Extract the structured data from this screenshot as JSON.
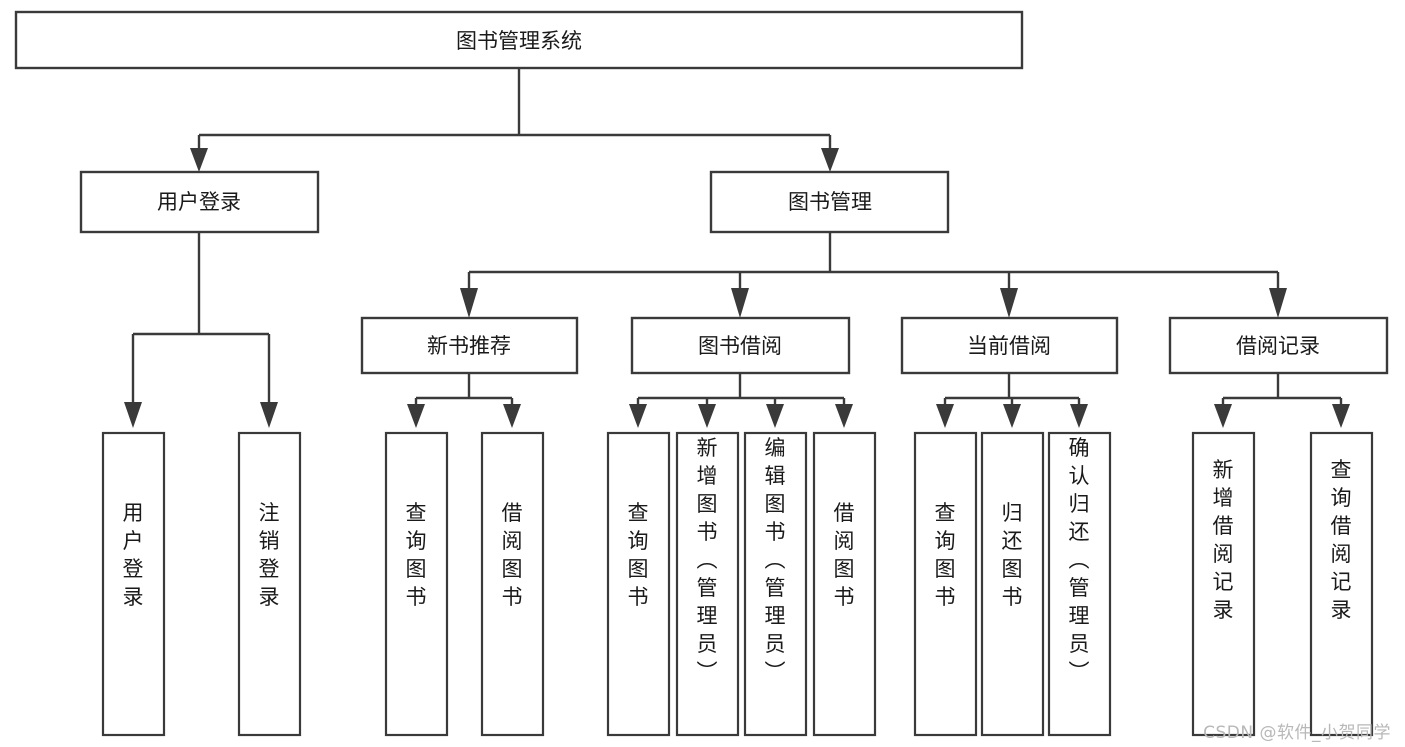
{
  "diagram": {
    "title": "图书管理系统",
    "type": "tree",
    "root": {
      "id": "root",
      "label": "图书管理系统"
    },
    "level2": [
      {
        "id": "user-login",
        "label": "用户登录"
      },
      {
        "id": "book-manage",
        "label": "图书管理"
      }
    ],
    "level3": [
      {
        "id": "new-book-recommend",
        "label": "新书推荐",
        "parent": "book-manage"
      },
      {
        "id": "book-borrow",
        "label": "图书借阅",
        "parent": "book-manage"
      },
      {
        "id": "current-borrow",
        "label": "当前借阅",
        "parent": "book-manage"
      },
      {
        "id": "borrow-record",
        "label": "借阅记录",
        "parent": "book-manage"
      }
    ],
    "leaves": [
      {
        "id": "leaf-user-login",
        "label": "用户登录",
        "parent": "user-login"
      },
      {
        "id": "leaf-user-logout",
        "label": "注销登录",
        "parent": "user-login"
      },
      {
        "id": "leaf-query-book-1",
        "label": "查询图书",
        "parent": "new-book-recommend"
      },
      {
        "id": "leaf-borrow-book-1",
        "label": "借阅图书",
        "parent": "new-book-recommend"
      },
      {
        "id": "leaf-query-book-2",
        "label": "查询图书",
        "parent": "book-borrow"
      },
      {
        "id": "leaf-add-book",
        "label": "新增图书（管理员）",
        "parent": "book-borrow"
      },
      {
        "id": "leaf-edit-book",
        "label": "编辑图书（管理员）",
        "parent": "book-borrow"
      },
      {
        "id": "leaf-borrow-book-2",
        "label": "借阅图书",
        "parent": "book-borrow"
      },
      {
        "id": "leaf-query-book-3",
        "label": "查询图书",
        "parent": "current-borrow"
      },
      {
        "id": "leaf-return-book",
        "label": "归还图书",
        "parent": "current-borrow"
      },
      {
        "id": "leaf-confirm-return",
        "label": "确认归还（管理员）",
        "parent": "current-borrow"
      },
      {
        "id": "leaf-add-record",
        "label": "新增借阅记录",
        "parent": "borrow-record"
      },
      {
        "id": "leaf-query-record",
        "label": "查询借阅记录",
        "parent": "borrow-record"
      }
    ],
    "colors": {
      "stroke": "#3a3a3a",
      "fill": "#ffffff",
      "text": "#1a1a1a",
      "watermark": "#b8b8b8"
    }
  },
  "watermark": {
    "text": "CSDN @软件_小贺同学"
  }
}
